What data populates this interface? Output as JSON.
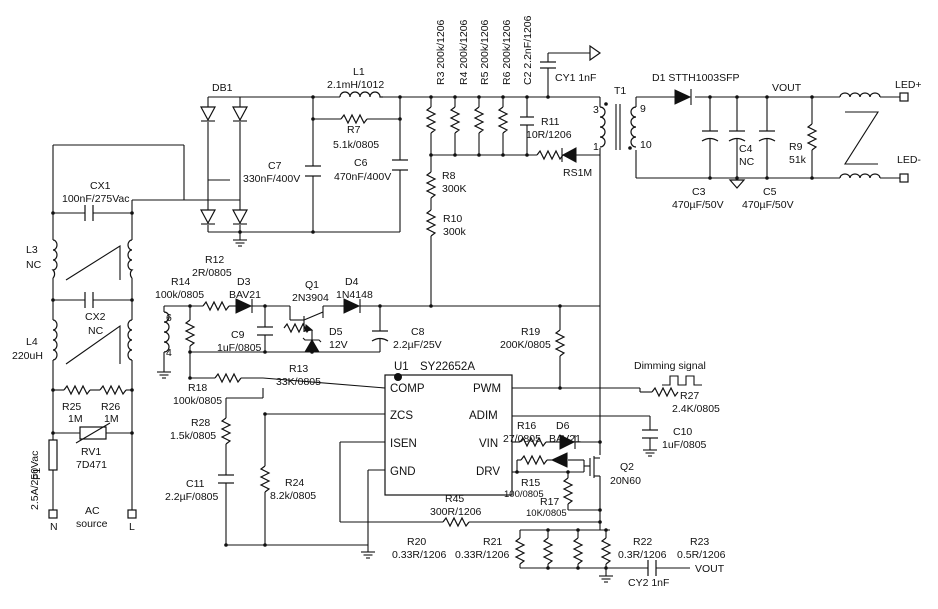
{
  "components": {
    "db1": "DB1",
    "l1": "L1",
    "l1_val": "2.1mH/1012",
    "r7": "R7",
    "r7_val": "5.1k/0805",
    "c7": "C7",
    "c7_val": "330nF/400V",
    "c6": "C6",
    "c6_val": "470nF/400V",
    "cx1": "CX1",
    "cx1_val": "100nF/275Vac",
    "l3": "L3",
    "l3_val": "NC",
    "cx2": "CX2",
    "cx2_val": "NC",
    "l4": "L4",
    "l4_val": "220uH",
    "r25": "R25",
    "r25_val": "1M",
    "r26": "R26",
    "r26_val": "1M",
    "rv1": "RV1",
    "rv1_val": "7D471",
    "f1": "F1",
    "f1_val": "2.5A/250Vac",
    "n_label": "N",
    "l_label": "L",
    "ac_source": "AC",
    "ac_source2": "source",
    "r3": "R3 200k/1206",
    "r4": "R4 200k/1206",
    "r5": "R5 200k/1206",
    "r6": "R6 200k/1206",
    "c2": "C2 2.2nF/1206",
    "cy1": "CY1 1nF",
    "r11": "R11",
    "r11_val": "10R/1206",
    "rs1": "RS1M",
    "t1": "T1",
    "pin3": "3",
    "pin1": "1",
    "pin9": "9",
    "pin10": "10",
    "pin6": "6",
    "pin4": "4",
    "d1": "D1 STTH1003SFP",
    "vout": "VOUT",
    "led_plus": "LED+",
    "led_minus": "LED-",
    "c4": "C4",
    "c4_val": "NC",
    "r9": "R9",
    "r9_val": "51k",
    "c3": "C3",
    "c3_val": "470µF/50V",
    "c5": "C5",
    "c5_val": "470µF/50V",
    "r8": "R8",
    "r8_val": "300K",
    "r10": "R10",
    "r10_val": "300k",
    "r12": "R12",
    "r12_val": "2R/0805",
    "r14": "R14",
    "r14_val": "100k/0805",
    "d3": "D3",
    "d3_val": "BAV21",
    "q1": "Q1",
    "q1_val": "2N3904",
    "d4": "D4",
    "d4_val": "1N4148",
    "c9": "C9",
    "c9_val": "1uF/0805",
    "d5": "D5",
    "d5_val": "12V",
    "c8": "C8",
    "c8_val": "2.2µF/25V",
    "r13": "R13",
    "r13_val": "33K/0805",
    "r19": "R19",
    "r19_val": "200K/0805",
    "u1": "U1",
    "u1_val": "SY22652A",
    "dimming": "Dimming signal",
    "r27": "R27",
    "r27_val": "2.4K/0805",
    "r18": "R18",
    "r18_val": "100k/0805",
    "r28": "R28",
    "r28_val": "1.5k/0805",
    "c11": "C11",
    "c11_val": "2.2µF/0805",
    "r24": "R24",
    "r24_val": "8.2k/0805",
    "r16": "R16",
    "r16_val": "27/0805",
    "d6": "D6",
    "d6_val": "BAV21",
    "c10": "C10",
    "c10_val": "1uF/0805",
    "r15": "R15",
    "r15_val": "100/0805",
    "r17": "R17",
    "r17_val": "10K/0805",
    "q2": "Q2",
    "q2_val": "20N60",
    "r45": "R45",
    "r45_val": "300R/1206",
    "r20": "R20",
    "r20_val": "0.33R/1206",
    "r21": "R21",
    "r21_val": "0.33R/1206",
    "r22": "R22",
    "r22_val": "0.3R/1206",
    "r23": "R23",
    "r23_val": "0.5R/1206",
    "cy2": "CY2 1nF",
    "vout2": "VOUT"
  },
  "ic_pins": {
    "comp": "COMP",
    "zcs": "ZCS",
    "isen": "ISEN",
    "gnd": "GND",
    "pwm": "PWM",
    "adim": "ADIM",
    "vin": "VIN",
    "drv": "DRV"
  }
}
